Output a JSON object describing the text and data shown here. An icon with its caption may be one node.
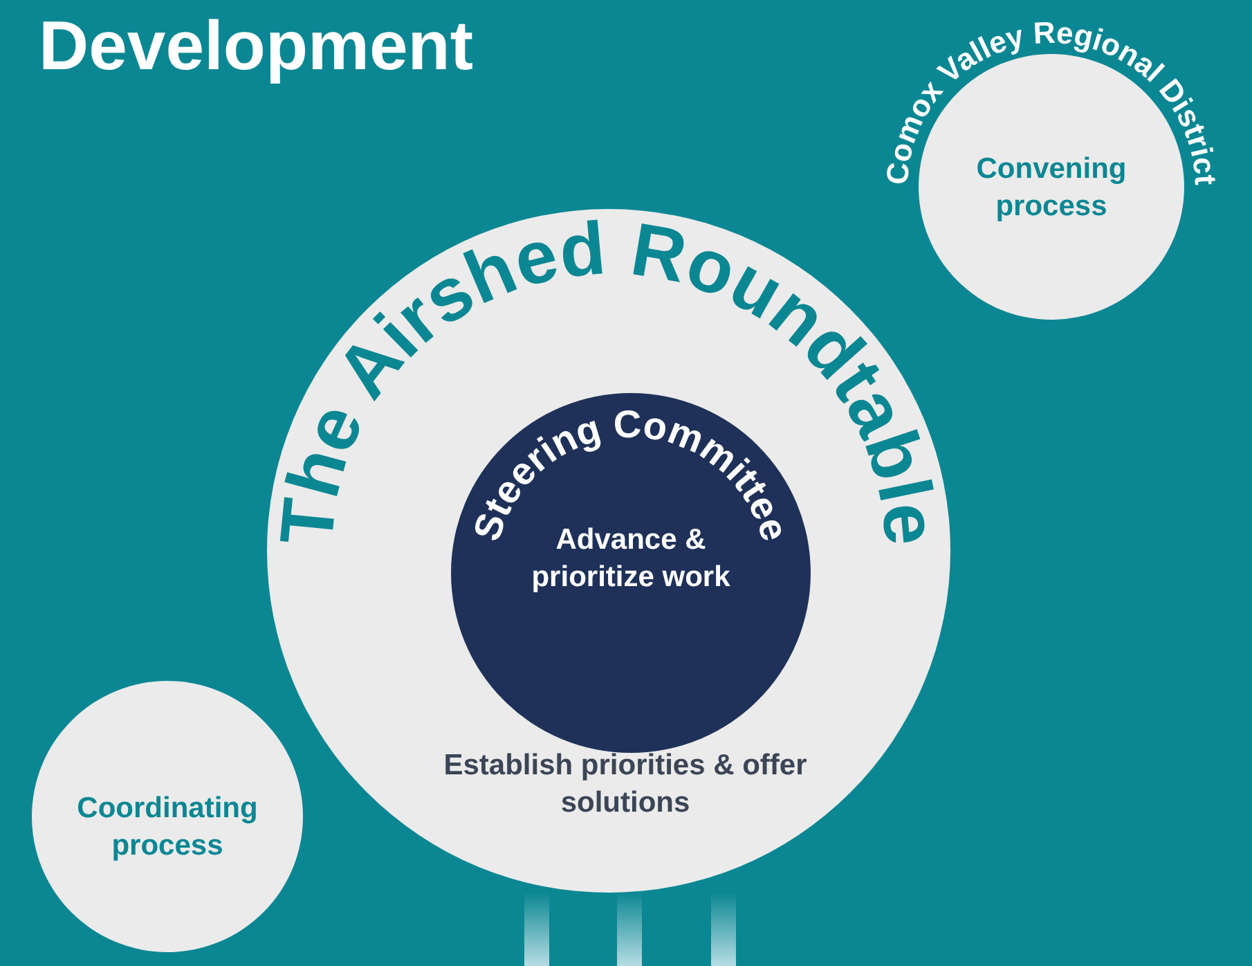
{
  "diagram": {
    "title": "Development",
    "nodes": [
      {
        "text": [
          "The Airshed Roundtable",
          "Establish priorities & offer solutions"
        ]
      },
      {
        "text": [
          "Steering Committee",
          "Advance & prioritize work"
        ],
        "in": 0
      },
      {
        "text": [
          "Comox Valley Regional District",
          "Convening process"
        ]
      },
      {
        "text": [
          "Coordinating process"
        ]
      }
    ]
  }
}
